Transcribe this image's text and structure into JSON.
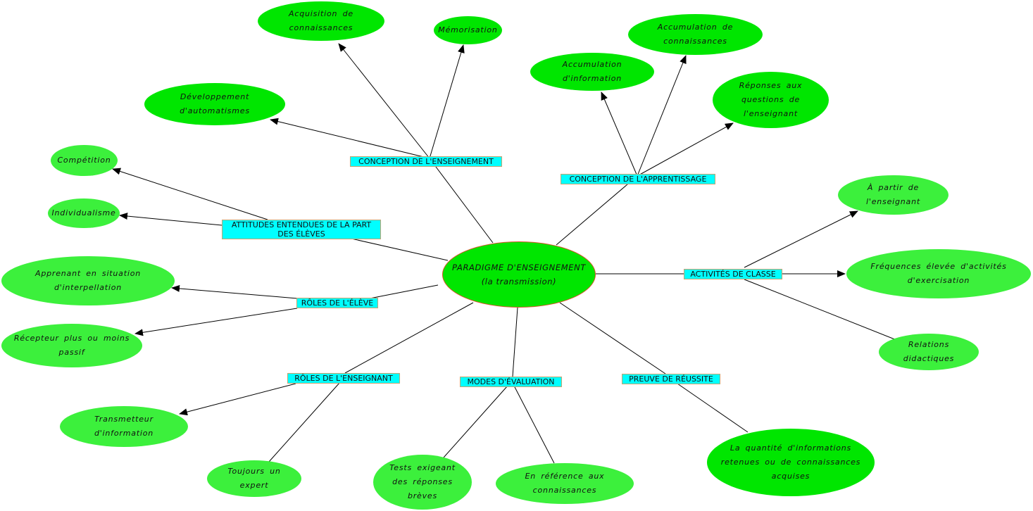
{
  "center": {
    "title": "PARADIGME D'ENSEIGNEMENT",
    "subtitle": "(la transmission)"
  },
  "categories": {
    "conception_enseignement": "CONCEPTION DE L'ENSEIGNEMENT",
    "conception_apprentissage": "CONCEPTION DE L'APPRENTISSAGE",
    "attitudes": "ATTITUDES ENTENDUES DE LA PART DES ÉLÈVES",
    "roles_eleve": "RÔLES DE L'ÉLÈVE",
    "activites": "ACTIVITÉS DE CLASSE",
    "roles_enseignant": "RÔLES DE L'ENSEIGNANT",
    "modes_evaluation": "MODES D'ÉVALUATION",
    "preuve_reussite": "PREUVE DE RÉUSSITE"
  },
  "leaves": {
    "acquisition": "Acquisition de connaissances",
    "memorisation": "Mémorisation",
    "automatismes": "Développement d'automatismes",
    "accum_connaissances": "Accumulation de connaissances",
    "accum_information": "Accumulation d'information",
    "reponses": "Réponses aux questions de l'enseignant",
    "competition": "Compétition",
    "individualisme": "Individualisme",
    "apprenant": "Apprenant en situation d'interpellation",
    "recepteur": "Récepteur plus ou moins passif",
    "a_partir": "À partir de l'enseignant",
    "frequences": "Fréquences élevée d'activités d'exercisation",
    "relations": "Relations didactiques",
    "transmetteur": "Transmetteur d'information",
    "expert": "Toujours un expert",
    "tests": "Tests exigeant des réponses brèves",
    "reference": "En référence aux connaissances",
    "quantite": "La quantité d'informations retenues ou de connaissances acquises"
  }
}
